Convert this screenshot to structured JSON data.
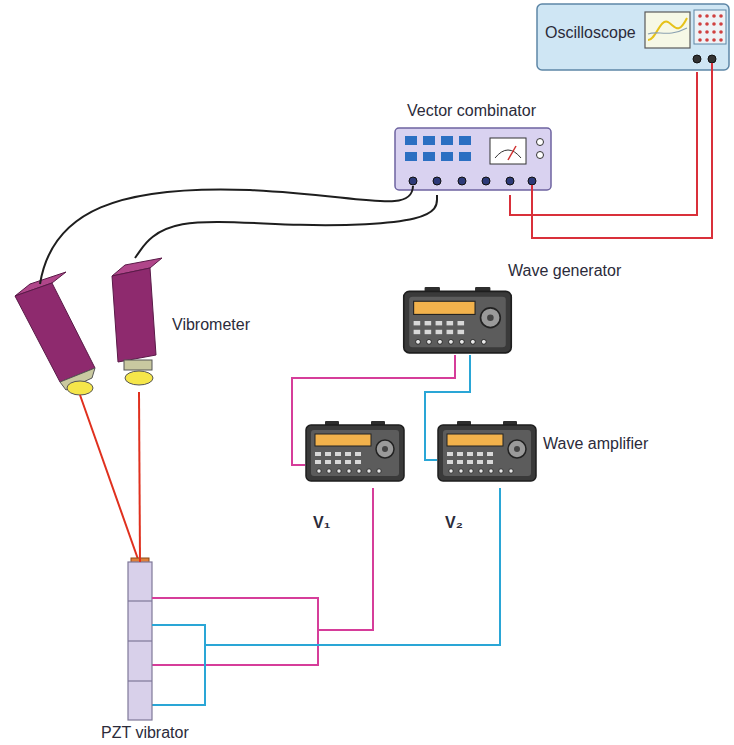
{
  "diagram": {
    "nodes": [
      {
        "text": [
          "Oscilloscope"
        ]
      },
      {
        "text": [
          "Vector combinator"
        ]
      },
      {
        "text": [
          "Vibrometer"
        ]
      },
      {
        "text": [
          "Wave generator"
        ]
      },
      {
        "text": [
          "V₁"
        ]
      },
      {
        "text": [
          "Wave amplifier",
          "V₂"
        ]
      },
      {
        "text": [
          "PZT vibrator"
        ]
      }
    ],
    "edges": [
      {
        "from": 2,
        "to": 1,
        "arrow": "none"
      },
      {
        "from": 1,
        "to": 0,
        "arrow": "none"
      },
      {
        "from": 3,
        "to": 4,
        "arrow": "none"
      },
      {
        "from": 3,
        "to": 5,
        "arrow": "none"
      },
      {
        "from": 4,
        "to": 6,
        "arrow": "none"
      },
      {
        "from": 5,
        "to": 6,
        "arrow": "none"
      },
      {
        "from": 2,
        "to": 6,
        "arrow": "none"
      }
    ]
  }
}
